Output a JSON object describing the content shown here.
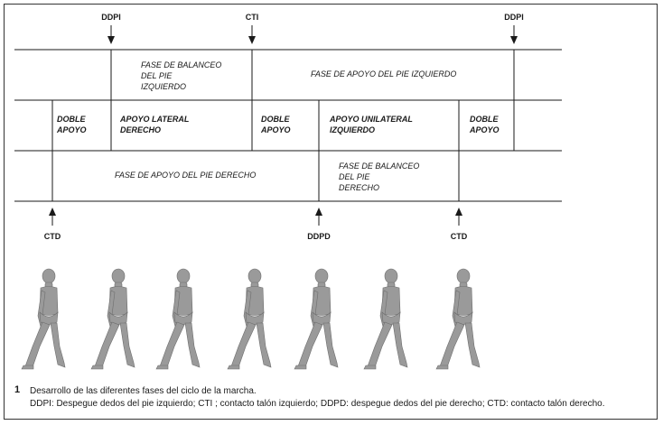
{
  "markers_top": [
    "DDPI",
    "CTI",
    "DDPI"
  ],
  "markers_bottom": [
    "CTD",
    "DDPD",
    "CTD"
  ],
  "row1": {
    "left_swing": [
      "FASE DE BALANCEO",
      "DEL PIE",
      "IZQUIERDO"
    ],
    "right_stance": "FASE DE APOYO DEL PIE IZQUIERDO"
  },
  "row2": [
    [
      "DOBLE",
      "APOYO"
    ],
    [
      "APOYO LATERAL",
      "DERECHO"
    ],
    [
      "DOBLE",
      "APOYO"
    ],
    [
      "APOYO UNILATERAL",
      "IZQUIERDO"
    ],
    [
      "DOBLE",
      "APOYO"
    ]
  ],
  "row3": {
    "stance": "FASE DE APOYO DEL PIE DERECHO",
    "swing": [
      "FASE DE BALANCEO",
      "DEL PIE",
      "DERECHO"
    ]
  },
  "figures": [
    "walking-figure",
    "walking-figure",
    "walking-figure",
    "walking-figure",
    "walking-figure",
    "walking-figure",
    "walking-figure"
  ],
  "caption": {
    "number": "1",
    "line1": "Desarrollo de las diferentes fases del ciclo de la marcha.",
    "line2": "DDPI: Despegue dedos del pie izquierdo; CTI ; contacto talón izquierdo; DDPD: despegue dedos del pie derecho; CTD: contacto talón derecho."
  },
  "colors": {
    "line": "#1a1a1a",
    "figure": "#9a9a9a"
  }
}
